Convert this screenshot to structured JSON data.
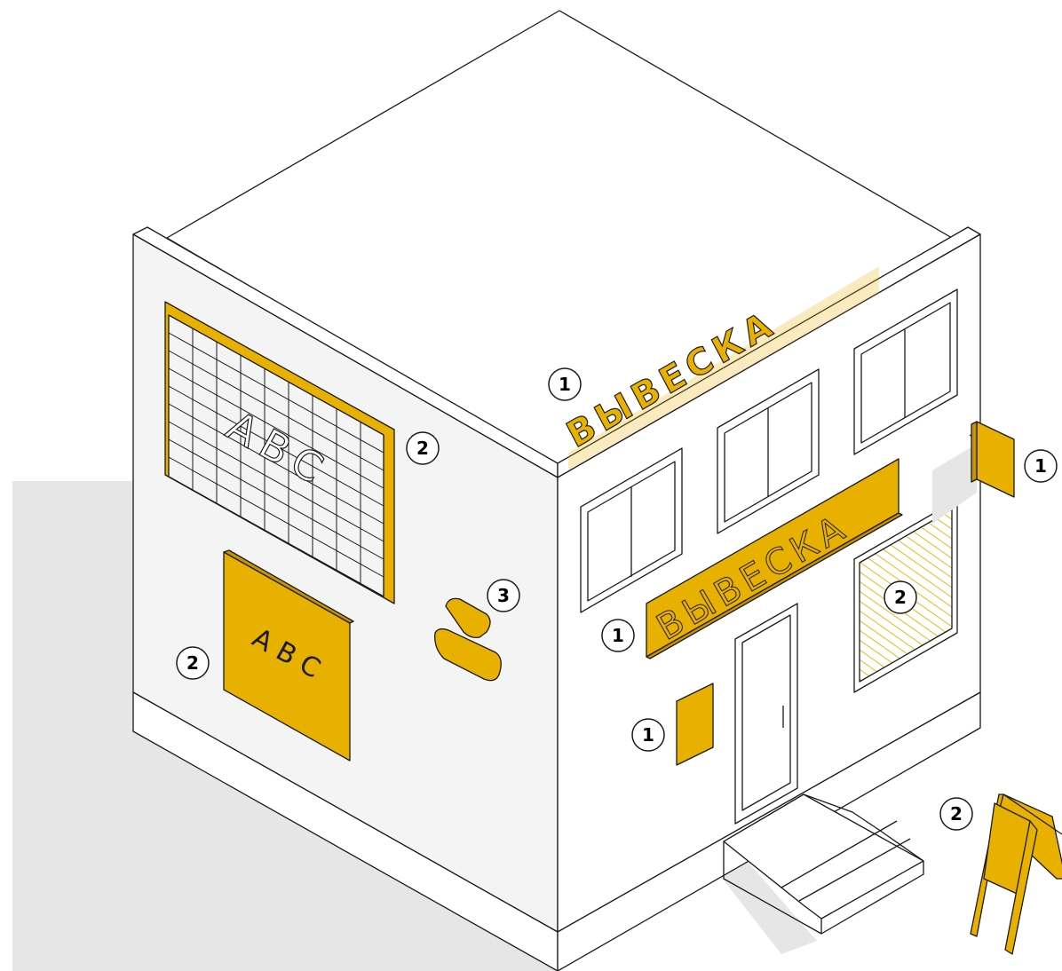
{
  "colors": {
    "accent": "#E8B100",
    "accent_dark": "#C89200",
    "shadow": "#E6E6E6",
    "wall": "#F7F7F7",
    "line": "#1A1A1A"
  },
  "roof_letters": "ВЫВЕСКА",
  "fascia_sign": {
    "text": "ВЫВЕСКА"
  },
  "billboard_text": "ABC",
  "panel_text": "ABC",
  "markers": [
    {
      "id": "roof-letters",
      "number": "1"
    },
    {
      "id": "blade-sign",
      "number": "1"
    },
    {
      "id": "fascia-sign",
      "number": "1"
    },
    {
      "id": "door-plaque",
      "number": "1"
    },
    {
      "id": "billboard",
      "number": "2"
    },
    {
      "id": "wall-panel",
      "number": "2"
    },
    {
      "id": "window-film",
      "number": "2"
    },
    {
      "id": "sandwich-board",
      "number": "2"
    },
    {
      "id": "logo-sign",
      "number": "3"
    }
  ]
}
